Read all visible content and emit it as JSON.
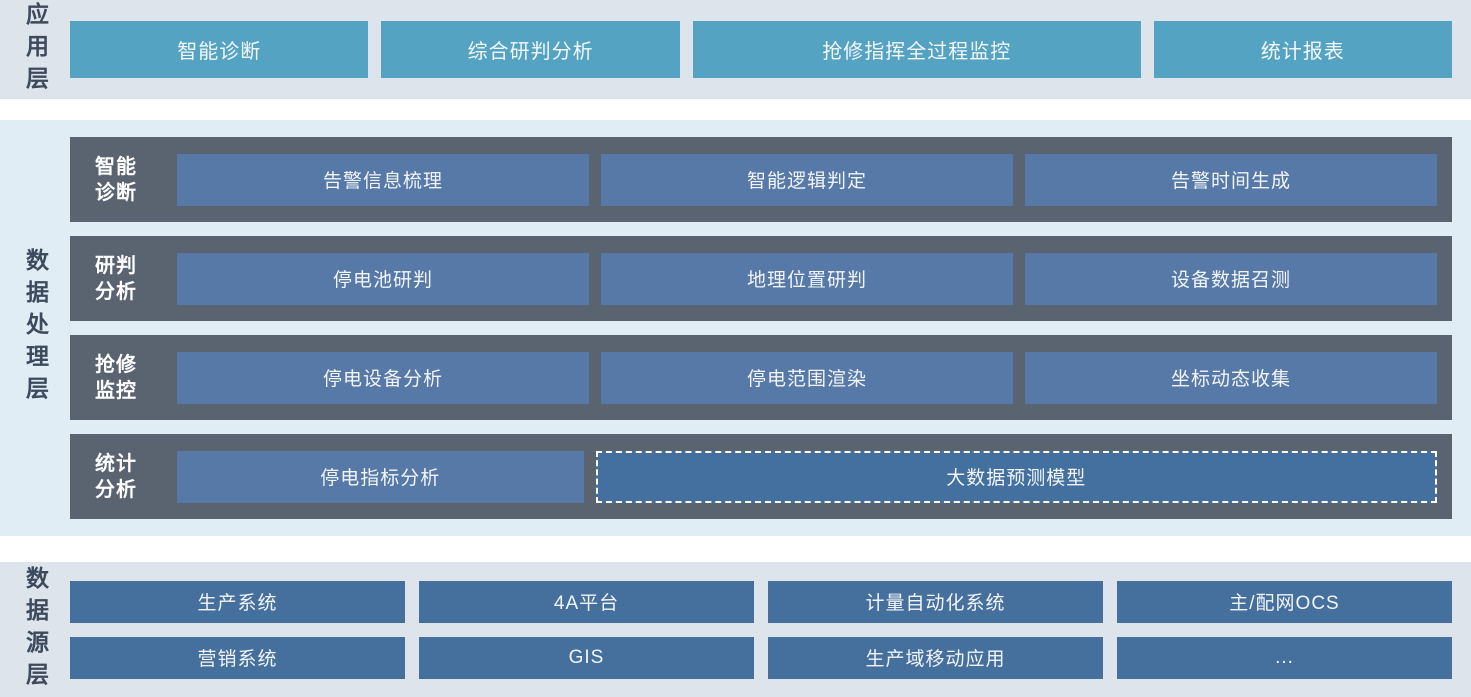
{
  "app_layer": {
    "label": "应用层",
    "items": [
      "智能诊断",
      "综合研判分析",
      "抢修指挥全过程监控",
      "统计报表"
    ]
  },
  "processing_layer": {
    "label": "数据处理层",
    "rows": [
      {
        "label": "智能\n诊断",
        "items": [
          "告警信息梳理",
          "智能逻辑判定",
          "告警时间生成"
        ]
      },
      {
        "label": "研判\n分析",
        "items": [
          "停电池研判",
          "地理位置研判",
          "设备数据召测"
        ]
      },
      {
        "label": "抢修\n监控",
        "items": [
          "停电设备分析",
          "停电范围渲染",
          "坐标动态收集"
        ]
      },
      {
        "label": "统计\n分析",
        "items": [
          "停电指标分析",
          "大数据预测模型"
        ]
      }
    ],
    "dashed_item": "大数据预测模型"
  },
  "source_layer": {
    "label": "数据源层",
    "items": [
      "生产系统",
      "4A平台",
      "计量自动化系统",
      "主/配网OCS",
      "营销系统",
      "GIS",
      "生产域移动应用",
      "..."
    ]
  },
  "colors": {
    "app_button": "#55a3c2",
    "processing_row_bg": "#5a6370",
    "processing_button": "#5679a7",
    "dashed_button_bg": "#44709f",
    "source_button": "#45709e",
    "app_band_bg": "#dde4ec",
    "processing_band_bg": "#e1edf5",
    "source_band_bg": "#dde4ec",
    "layer_label_text": "#3d4a5c",
    "button_text": "#ffffff"
  }
}
